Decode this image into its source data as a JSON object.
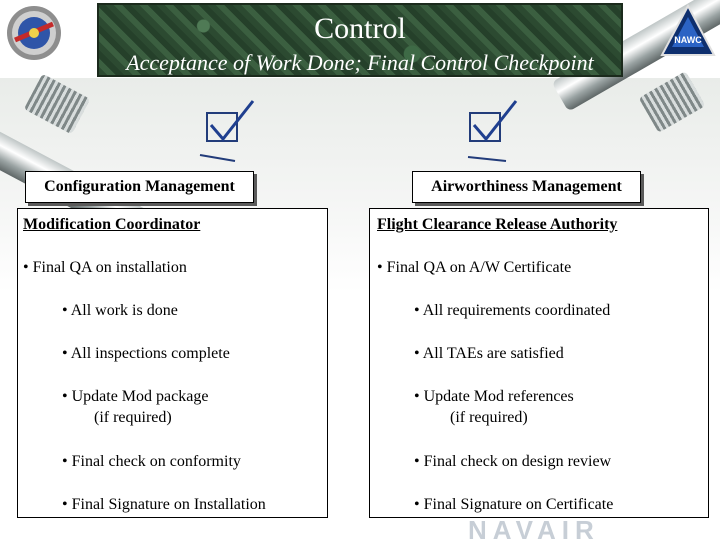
{
  "header": {
    "title": "Control",
    "subtitle": "Acceptance of Work Done; Final Control Checkpoint"
  },
  "colors": {
    "header_bg": "#2c4a31",
    "check_blue": "#1f3f8f",
    "text": "#000000"
  },
  "logos": {
    "left_icon": "gear-emblem-icon",
    "right_icon": "nawc-triangle-icon",
    "right_text": "NAWC"
  },
  "left": {
    "section_label": "Configuration Management",
    "heading": "Modification Coordinator",
    "intro": "• Final QA on installation",
    "items": [
      "• All work is done",
      "• All inspections complete",
      "• Update Mod package",
      "(if required)",
      "• Final check on conformity",
      "• Final Signature on Installation"
    ]
  },
  "right": {
    "section_label": "Airworthiness Management",
    "heading": "Flight Clearance Release Authority",
    "intro": "• Final QA on A/W Certificate",
    "items": [
      "• All requirements coordinated",
      "• All TAEs are satisfied",
      "• Update Mod references",
      "(if required)",
      "• Final check on design review",
      "• Final Signature on Certificate"
    ]
  },
  "footer": {
    "watermark": "NAVAIR"
  }
}
